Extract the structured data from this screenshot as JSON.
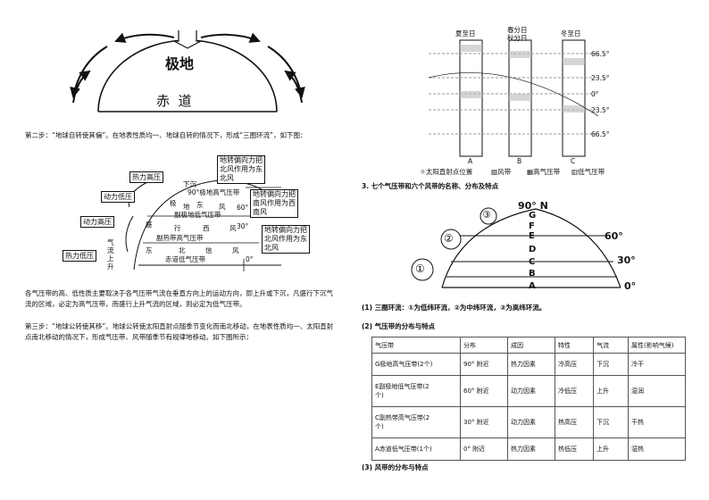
{
  "polar_diagram": {
    "top_label": "极地",
    "bottom_label": "赤  道"
  },
  "step2": {
    "text": "第二步：“地球自转使其偏”。在地表性质均一、地球自转的情况下，形成“三圈环流”，如下图："
  },
  "rotation_diagram": {
    "boxes": {
      "thermal_high": "热力高压",
      "dynamic_low": "动力低压",
      "dynamic_high": "动力高压",
      "thermal_low": "热力低压",
      "deflect_right_1": "地转偏向力把\n北风作用为东\n北风",
      "deflect_right_2": "地转偏向力把\n南风作用为西\n南风",
      "deflect_right_3": "地转偏向力把\n北风作用为东\n北风"
    },
    "labels": {
      "sink": "下沉",
      "polar_high": "90°极地高气压带",
      "polar_east": "极",
      "polar_east2": "地",
      "polar_east3": "东",
      "polar_east4": "风",
      "lat_60": "60°",
      "subpolar_low": "副极地低气压带",
      "west1": "盛",
      "west2": "行",
      "west3": "西",
      "west4": "风",
      "lat_30": "30°",
      "subtropical_high": "副热带高气压带",
      "trade1": "东",
      "trade2": "北",
      "trade3": "信",
      "trade4": "风",
      "equator_low": "赤道低气压带",
      "lat_0": "0°",
      "rise": "气\n流\n上\n升"
    }
  },
  "para1": "各气压带的高、低性质主要取决于各气压带气流在垂直方向上的运动方向，即上升或下沉，凡盛行下沉气流的区域，必定为高气压带，而盛行上升气流的区域，则必定为低气压带。",
  "step3": {
    "text": "第三步：“地球公转使其移”。地球公转使太阳直射点随季节变化而南北移动，在地表性质均一、太阳直射点南北移动的情况下，形成气压带、风带随季节有规律地移动。如下图所示："
  },
  "season_diagram": {
    "summer": "夏至日",
    "equinox_1": "春分日",
    "equinox_2": "秋分日",
    "winter": "冬至日",
    "lat_labels": [
      "66.5°",
      "23.5°",
      "0°",
      "23.5°",
      "66.5°"
    ],
    "col_labels": [
      "A",
      "B",
      "C"
    ],
    "legend": [
      {
        "symbol": "sun-icon",
        "label": "太阳直射点位置"
      },
      {
        "symbol": "hatch-box",
        "label": "风带"
      },
      {
        "symbol": "grid-box",
        "label": "高气压带"
      },
      {
        "symbol": "dash-box",
        "label": "低气压带"
      }
    ]
  },
  "section3_title": "3. 七个气压带和六个风带的名称、分布及特点",
  "hemisphere_diagram": {
    "top_lat": "90° N",
    "lat_60": "60°",
    "lat_30": "30°",
    "lat_0": "0°",
    "letters": [
      "G",
      "F",
      "E",
      "D",
      "C",
      "B",
      "A"
    ],
    "cells": [
      "①",
      "②",
      "③"
    ]
  },
  "note1": "(1) 三圈环流：①为低纬环流，②为中纬环流，③为高纬环流。",
  "note2": "(2) 气压带的分布与特点",
  "table": {
    "headers": [
      "气压带",
      "分布",
      "成因",
      "特性",
      "气流",
      "属性(影响气候)"
    ],
    "rows": [
      [
        "G极地高气压带(2个)",
        "90° 附近",
        "热力因素",
        "冷高压",
        "下沉",
        "冷干"
      ],
      [
        "E副极地低气压带(2\n个)",
        "60° 附近",
        "动力因素",
        "冷低压",
        "上升",
        "湿润"
      ],
      [
        "C副热带高气压带(2\n个)",
        "30° 附近",
        "动力因素",
        "热高压",
        "下沉",
        "干热"
      ],
      [
        "A赤道低气压带(1个)",
        "0° 附近",
        "热力因素",
        "热低压",
        "上升",
        "湿热"
      ]
    ]
  },
  "note3": "(3) 风带的分布与特点"
}
